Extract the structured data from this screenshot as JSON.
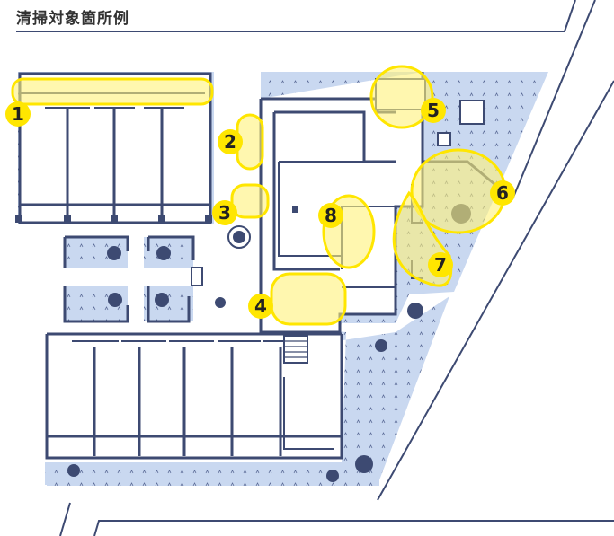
{
  "title": "清掃対象箇所例",
  "colors": {
    "wall": "#3d4a72",
    "ground": "#c9d8f0",
    "tree": "#3d4a72",
    "highlight": "#fff27a",
    "highlight_stroke": "#ffe600",
    "marker": "#ffe600",
    "marker_text": "#222222"
  },
  "markers": [
    {
      "id": "1",
      "label": "1"
    },
    {
      "id": "2",
      "label": "2"
    },
    {
      "id": "3",
      "label": "3"
    },
    {
      "id": "4",
      "label": "4"
    },
    {
      "id": "5",
      "label": "5"
    },
    {
      "id": "6",
      "label": "6"
    },
    {
      "id": "7",
      "label": "7"
    },
    {
      "id": "8",
      "label": "8"
    }
  ]
}
